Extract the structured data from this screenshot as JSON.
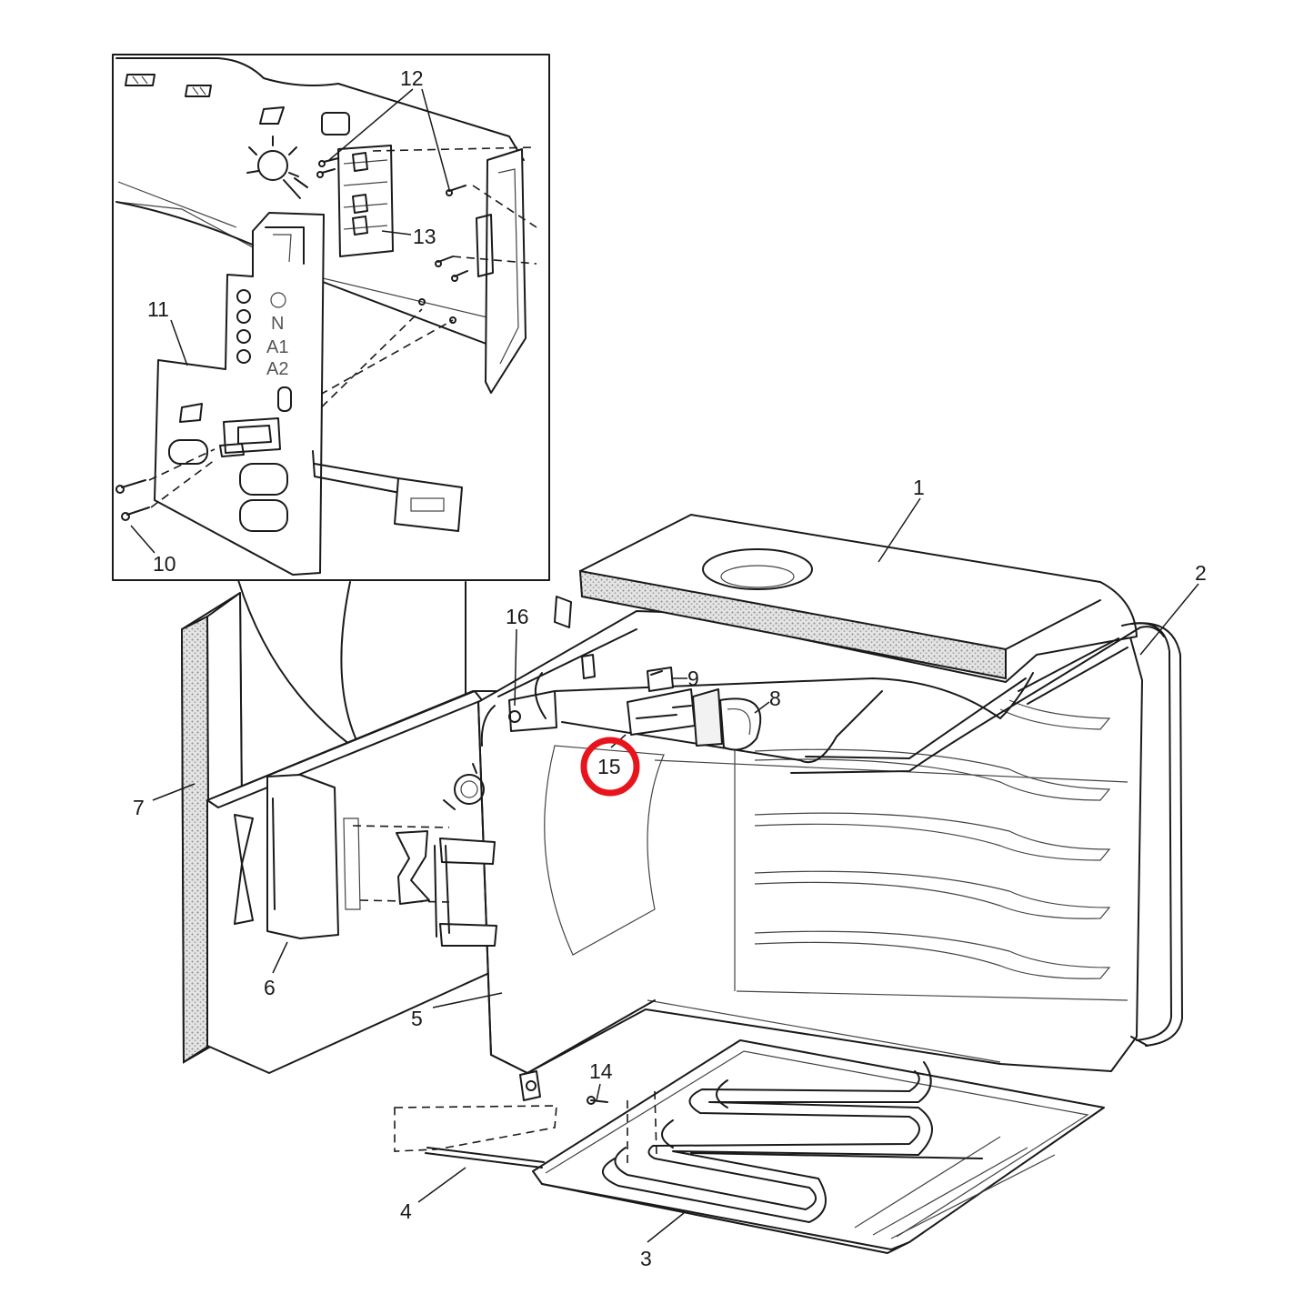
{
  "colors": {
    "line": "#1a1a1a",
    "highlight": "#e8141c",
    "insulation": "#bdbdbd"
  },
  "labels": {
    "p1": "1",
    "p2": "2",
    "p3": "3",
    "p4": "4",
    "p5": "5",
    "p6": "6",
    "p7": "7",
    "p8": "8",
    "p9": "9",
    "p10": "10",
    "p11": "11",
    "p12": "12",
    "p13": "13",
    "p14": "14",
    "p15": "15",
    "p16": "16"
  },
  "terminal_marks": {
    "n": "N",
    "a1": "A1",
    "a2": "A2"
  },
  "highlighted_part": "15"
}
